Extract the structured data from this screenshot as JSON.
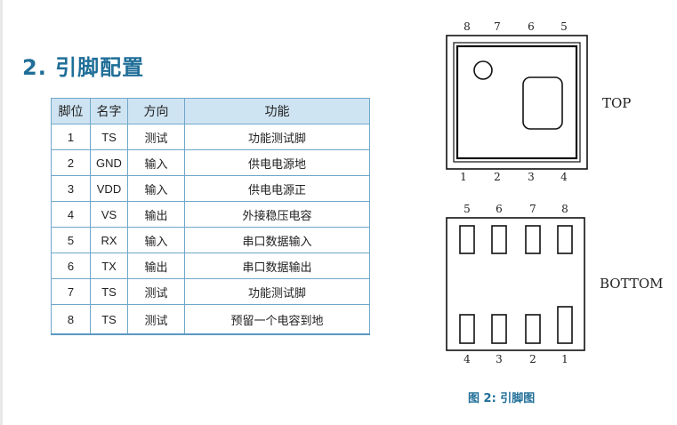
{
  "section": {
    "heading": "2. 引脚配置"
  },
  "table": {
    "headers": [
      "脚位",
      "名字",
      "方向",
      "功能"
    ],
    "rows": [
      [
        "1",
        "TS",
        "测试",
        "功能测试脚"
      ],
      [
        "2",
        "GND",
        "输入",
        "供电电源地"
      ],
      [
        "3",
        "VDD",
        "输入",
        "供电电源正"
      ],
      [
        "4",
        "VS",
        "输出",
        "外接稳压电容"
      ],
      [
        "5",
        "RX",
        "输入",
        "串口数据输入"
      ],
      [
        "6",
        "TX",
        "输出",
        "串口数据输出"
      ],
      [
        "7",
        "TS",
        "测试",
        "功能测试脚"
      ],
      [
        "8",
        "TS",
        "测试",
        "预留一个电容到地"
      ]
    ]
  },
  "figure": {
    "top_view": {
      "label": "TOP",
      "pins_top": [
        "8",
        "7",
        "6",
        "5"
      ],
      "pins_bottom": [
        "1",
        "2",
        "3",
        "4"
      ]
    },
    "bottom_view": {
      "label": "BOTTOM",
      "pins_top": [
        "5",
        "6",
        "7",
        "8"
      ],
      "pins_bottom": [
        "4",
        "3",
        "2",
        "1"
      ]
    },
    "caption": "图 2:  引脚图"
  }
}
